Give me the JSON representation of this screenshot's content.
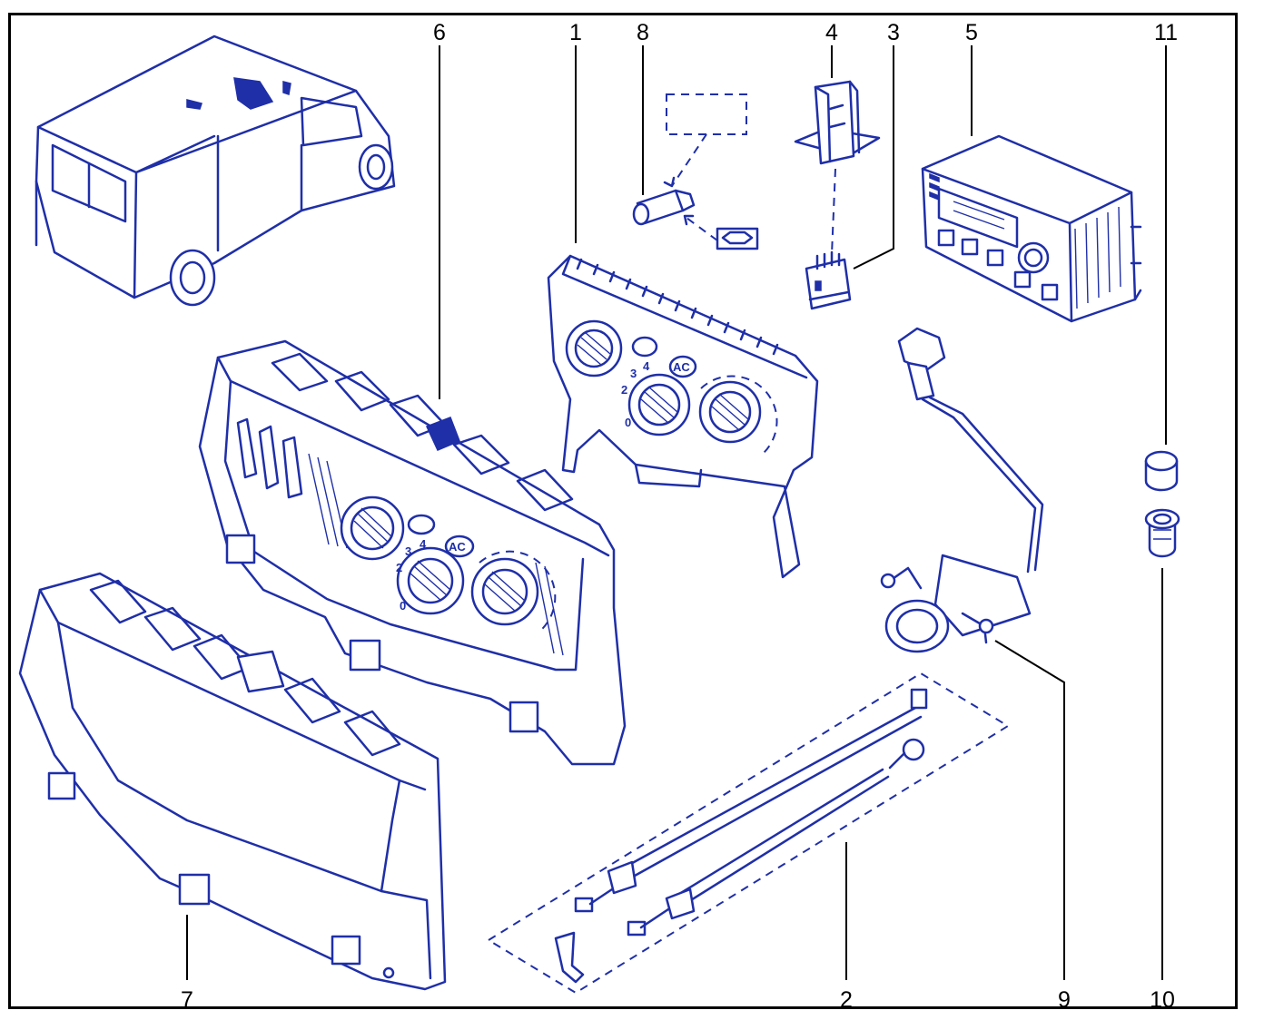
{
  "diagram": {
    "line_color": "#1f2fa8",
    "label_color": "#000000",
    "callouts": [
      {
        "id": "1",
        "label": "1"
      },
      {
        "id": "2",
        "label": "2"
      },
      {
        "id": "3",
        "label": "3"
      },
      {
        "id": "4",
        "label": "4"
      },
      {
        "id": "5",
        "label": "5"
      },
      {
        "id": "6",
        "label": "6"
      },
      {
        "id": "7",
        "label": "7"
      },
      {
        "id": "8",
        "label": "8"
      },
      {
        "id": "9",
        "label": "9"
      },
      {
        "id": "10",
        "label": "10"
      },
      {
        "id": "11",
        "label": "11"
      }
    ],
    "panel_markings": {
      "ac_upper": "AC",
      "ac_lower": "AC",
      "fan_speeds_upper": [
        "0",
        "2",
        "3",
        "4"
      ],
      "fan_speeds_lower": [
        "0",
        "2",
        "3",
        "4"
      ]
    },
    "parts": [
      {
        "icon": "van-locator-icon"
      },
      {
        "icon": "control-panel-icon"
      },
      {
        "icon": "control-panel-assembly-icon"
      },
      {
        "icon": "bezel-frame-icon"
      },
      {
        "icon": "bulb-icon"
      },
      {
        "icon": "bulb-holder-icon"
      },
      {
        "icon": "connector-icon"
      },
      {
        "icon": "climate-unit-icon"
      },
      {
        "icon": "wiring-sensor-icon"
      },
      {
        "icon": "control-cables-icon"
      },
      {
        "icon": "clip-icon"
      }
    ]
  }
}
